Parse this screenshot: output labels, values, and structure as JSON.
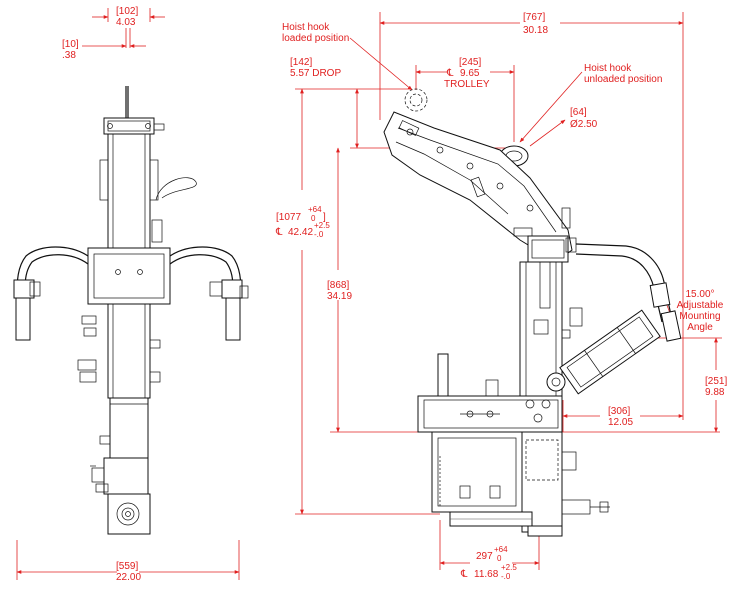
{
  "colors": {
    "dimension": "#e02020",
    "line": "#111111",
    "background": "#ffffff"
  },
  "left_view": {
    "dim_top_mm": "[102]",
    "dim_top_in": "4.03",
    "dim_small_mm": "[10]",
    "dim_small_in": ".38",
    "dim_width_mm": "[559]",
    "dim_width_in": "22.00"
  },
  "right_view": {
    "hook_loaded_line1": "Hoist hook",
    "hook_loaded_line2": "loaded position",
    "hook_unloaded_line1": "Hoist hook",
    "hook_unloaded_line2": "unloaded position",
    "overall_width_mm": "[767]",
    "overall_width_in": "30.18",
    "drop_mm": "[142]",
    "drop_label": "5.57  DROP",
    "trolley_mm": "[245]",
    "trolley_in": "9.65",
    "trolley_label": "TROLLEY",
    "centerline_symbol": "℄",
    "pipe_mm": "[64]",
    "pipe_in": "Ø2.50",
    "height_total_mm": "[1077",
    "height_total_tol_plus": "+64",
    "height_total_tol_zero": "0",
    "height_total_close": "]",
    "height_total_in": "42.42",
    "height_total_in_tol_plus": "+2.5",
    "height_total_in_tol_minus": "-.0",
    "height_mid_mm": "[868]",
    "height_mid_in": "34.19",
    "angle_value": "15.00°",
    "angle_line1": "Adjustable",
    "angle_line2": "Mounting",
    "angle_line3": "Angle",
    "height_small_mm": "[251]",
    "height_small_in": "9.88",
    "offset_mm": "[306]",
    "offset_in": "12.05",
    "bottom_mm": "297",
    "bottom_tol_plus": "+64",
    "bottom_tol_zero": "0",
    "bottom_in": "11.68",
    "bottom_in_tol_plus": "+2.5",
    "bottom_in_tol_minus": "-.0"
  }
}
